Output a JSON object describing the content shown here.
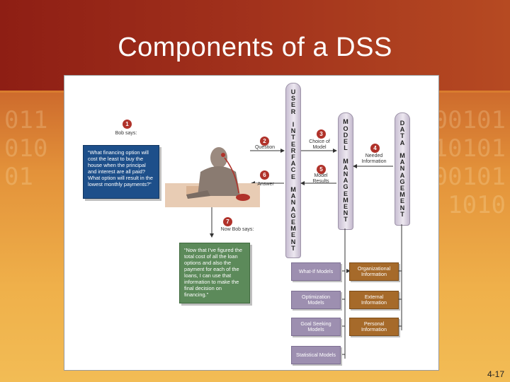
{
  "slide": {
    "title": "Components of a DSS",
    "page_number": "4-17"
  },
  "colors": {
    "title_band": "#a2321c",
    "callout_blue": "#1d4f8a",
    "callout_green": "#5c8a5a",
    "model_box": "#9d8fb0",
    "info_box": "#a66a2a",
    "badge": "#b0322a"
  },
  "towers": {
    "user_interface": "USER INTERFACE MANAGEMENT",
    "model_management": "MODEL MANAGEMENT",
    "data_management": "DATA MANAGEMENT"
  },
  "steps": {
    "s1": {
      "num": "1",
      "label": "Bob says:"
    },
    "s2": {
      "num": "2",
      "label": "Question"
    },
    "s3": {
      "num": "3",
      "label": "Choice of Model"
    },
    "s4": {
      "num": "4",
      "label": "Needed Information"
    },
    "s5": {
      "num": "5",
      "label": "Model Results"
    },
    "s6": {
      "num": "6",
      "label": "Answer"
    },
    "s7": {
      "num": "7",
      "label": "Now Bob says:"
    }
  },
  "callouts": {
    "bob_question": "“What financing option will cost the least to buy the house when the principal and interest are all paid? What option will result in the lowest monthly payments?”",
    "bob_answer": "“Now that I've figured the total cost of all the loan options and also the payment for each of the loans, I can use that information to make the final decision on financing.”"
  },
  "models": [
    "What-If Models",
    "Optimization Models",
    "Goal Seeking Models",
    "Statistical Models"
  ],
  "information": [
    "Organizational Information",
    "External Information",
    "Personal Information"
  ]
}
